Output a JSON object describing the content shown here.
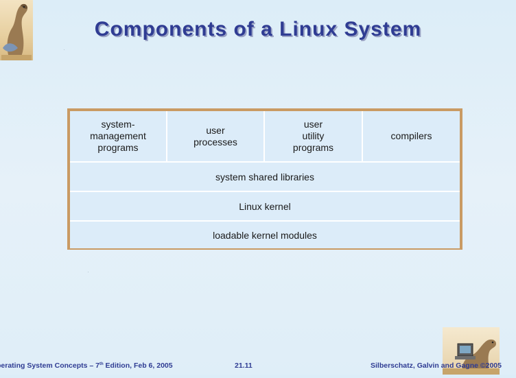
{
  "slide": {
    "title": "Components of a Linux System"
  },
  "diagram": {
    "top_row": [
      "system-\nmanagement\nprograms",
      "user\nprocesses",
      "user\nutility\nprograms",
      "compilers"
    ],
    "layers": [
      "system shared libraries",
      "Linux kernel",
      "loadable kernel modules"
    ]
  },
  "footer": {
    "left_pre": "perating System Concepts – 7",
    "left_sup": "th",
    "left_post": " Edition, Feb 6, 2005",
    "page": "21.11",
    "right": "Silberschatz, Galvin and Gagne ©2005"
  },
  "colors": {
    "title": "#2f3c93",
    "frame": "#c99a63",
    "cell": "#dcecf9"
  },
  "icons": [
    "dinosaur-logo-icon",
    "dinosaur-computer-logo-icon"
  ]
}
